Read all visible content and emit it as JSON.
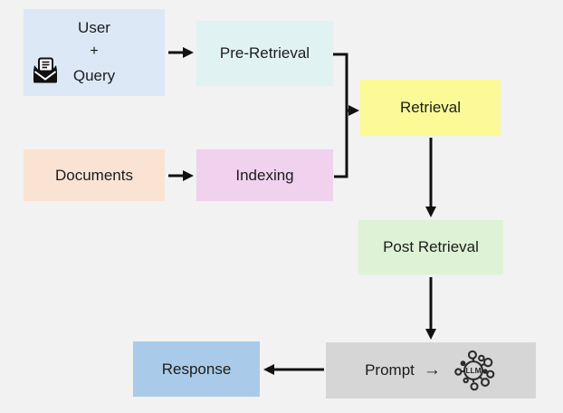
{
  "diagram": {
    "background_color": "#f1f2f1",
    "arrow_color": "#111111",
    "nodes": {
      "user_query": {
        "line1": "User",
        "line2": "+",
        "line3": "Query",
        "color": "#dce8f5"
      },
      "pre_retrieval": {
        "label": "Pre-Retrieval",
        "color": "#e1f2f2"
      },
      "retrieval": {
        "label": "Retrieval",
        "color": "#fbfa96"
      },
      "documents": {
        "label": "Documents",
        "color": "#fae3d3"
      },
      "indexing": {
        "label": "Indexing",
        "color": "#f0d1ee"
      },
      "post_retrieval": {
        "label": "Post Retrieval",
        "color": "#def3d6"
      },
      "prompt": {
        "label": "Prompt",
        "arrow_glyph": "→",
        "color": "#d6d6d6"
      },
      "response": {
        "label": "Response",
        "color": "#a9cbe9"
      }
    },
    "icons": {
      "open_envelope": "open-envelope-letter-icon",
      "llm_hub_label": "LLM"
    }
  }
}
